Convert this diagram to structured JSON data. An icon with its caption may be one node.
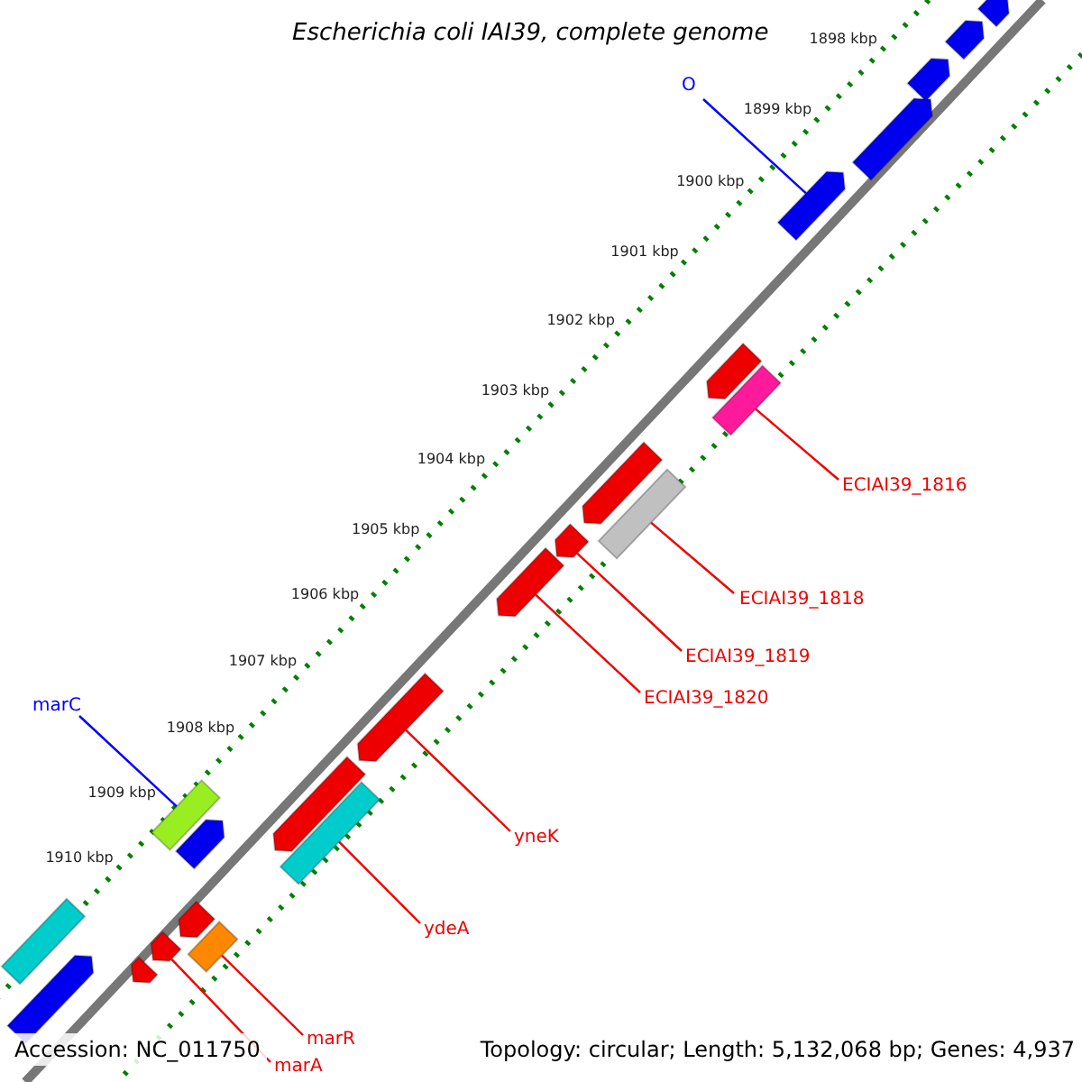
{
  "diagram": {
    "title": "Escherichia coli IAI39, complete genome",
    "nodes": [
      {
        "text": [
          "O"
        ]
      },
      {
        "text": [],
        "shape": "arrow"
      },
      {
        "text": [
          "ECIAI39_1816"
        ]
      },
      {
        "text": [],
        "shape": "bar"
      },
      {
        "text": [
          "ECIAI39_1818"
        ]
      },
      {
        "text": [],
        "shape": "bar"
      },
      {
        "text": [
          "ECIAI39_1819"
        ]
      },
      {
        "text": [],
        "shape": "arrow"
      },
      {
        "text": [
          "ECIAI39_1820"
        ]
      },
      {
        "text": [],
        "shape": "arrow"
      },
      {
        "text": [
          "marC"
        ]
      },
      {
        "text": [],
        "shape": "bar"
      },
      {
        "text": [
          "yneK"
        ]
      },
      {
        "text": [],
        "shape": "arrow"
      },
      {
        "text": [
          "ydeA"
        ]
      },
      {
        "text": [],
        "shape": "bar"
      },
      {
        "text": [
          "marR"
        ]
      },
      {
        "text": [],
        "shape": "bar"
      },
      {
        "text": [
          "marA"
        ]
      },
      {
        "text": [],
        "shape": "arrow"
      },
      {
        "text": [],
        "shape": "arrow"
      },
      {
        "text": [],
        "shape": "arrow"
      },
      {
        "text": [],
        "shape": "arrow"
      },
      {
        "text": [],
        "shape": "arrow"
      },
      {
        "text": [],
        "shape": "arrow"
      },
      {
        "text": [],
        "shape": "arrow"
      },
      {
        "text": [],
        "shape": "arrow"
      },
      {
        "text": [],
        "shape": "arrow"
      },
      {
        "text": [],
        "shape": "bar"
      },
      {
        "text": [],
        "shape": "arrow"
      },
      {
        "text": [],
        "shape": "arrow"
      },
      {
        "text": [],
        "shape": "arrow"
      }
    ],
    "edges": [
      {
        "from": 0,
        "to": 1,
        "arrow": "none",
        "color": "#0000ff"
      },
      {
        "from": 2,
        "to": 3,
        "arrow": "none"
      },
      {
        "from": 4,
        "to": 5,
        "arrow": "none"
      },
      {
        "from": 6,
        "to": 7,
        "arrow": "none"
      },
      {
        "from": 8,
        "to": 9,
        "arrow": "none"
      },
      {
        "from": 10,
        "to": 11,
        "arrow": "none",
        "color": "#0000ff"
      },
      {
        "from": 12,
        "to": 13,
        "arrow": "none"
      },
      {
        "from": 14,
        "to": 15,
        "arrow": "none"
      },
      {
        "from": 16,
        "to": 17,
        "arrow": "none"
      },
      {
        "from": 18,
        "to": 19,
        "arrow": "none"
      }
    ],
    "labels": [
      "1898 kbp",
      "1899 kbp",
      "1900 kbp",
      "1901 kbp",
      "1902 kbp",
      "1903 kbp",
      "1904 kbp",
      "1905 kbp",
      "1906 kbp",
      "1907 kbp",
      "1908 kbp",
      "1909 kbp",
      "1910 kbp",
      "Accession: NC_011750",
      "Topology: circular; Length: 5,132,068 bp; Genes: 4,937"
    ]
  }
}
